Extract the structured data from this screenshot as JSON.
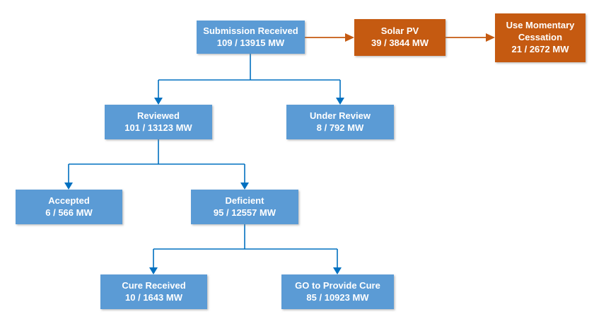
{
  "colors": {
    "blue_box": "#5B9BD5",
    "orange_box": "#C55A11",
    "blue_line": "#0070C0",
    "orange_line": "#C55A11",
    "node_text": "#FFFFFF"
  },
  "diagram": {
    "type": "flowchart",
    "nodes": [
      {
        "id": "submission-received",
        "label": "Submission Received",
        "value": "109 / 13915 MW",
        "color": "blue"
      },
      {
        "id": "solar-pv",
        "label": "Solar PV",
        "value": "39 / 3844 MW",
        "color": "orange"
      },
      {
        "id": "use-momentary-cessation",
        "label": "Use Momentary Cessation",
        "value": "21 / 2672 MW",
        "color": "orange"
      },
      {
        "id": "reviewed",
        "label": "Reviewed",
        "value": "101 / 13123 MW",
        "color": "blue"
      },
      {
        "id": "under-review",
        "label": "Under Review",
        "value": "8 / 792 MW",
        "color": "blue"
      },
      {
        "id": "accepted",
        "label": "Accepted",
        "value": "6 / 566 MW",
        "color": "blue"
      },
      {
        "id": "deficient",
        "label": "Deficient",
        "value": "95 / 12557 MW",
        "color": "blue"
      },
      {
        "id": "cure-received",
        "label": "Cure Received",
        "value": "10 / 1643 MW",
        "color": "blue"
      },
      {
        "id": "go-to-provide-cure",
        "label": "GO to Provide Cure",
        "value": "85 / 10923 MW",
        "color": "blue"
      }
    ],
    "edges": [
      {
        "from": "submission-received",
        "to": "solar-pv",
        "style": "orange-arrow"
      },
      {
        "from": "solar-pv",
        "to": "use-momentary-cessation",
        "style": "orange-arrow"
      },
      {
        "from": "submission-received",
        "to": "reviewed",
        "style": "blue-arrow"
      },
      {
        "from": "submission-received",
        "to": "under-review",
        "style": "blue-arrow"
      },
      {
        "from": "reviewed",
        "to": "accepted",
        "style": "blue-arrow"
      },
      {
        "from": "reviewed",
        "to": "deficient",
        "style": "blue-arrow"
      },
      {
        "from": "deficient",
        "to": "cure-received",
        "style": "blue-arrow"
      },
      {
        "from": "deficient",
        "to": "go-to-provide-cure",
        "style": "blue-arrow"
      }
    ]
  }
}
